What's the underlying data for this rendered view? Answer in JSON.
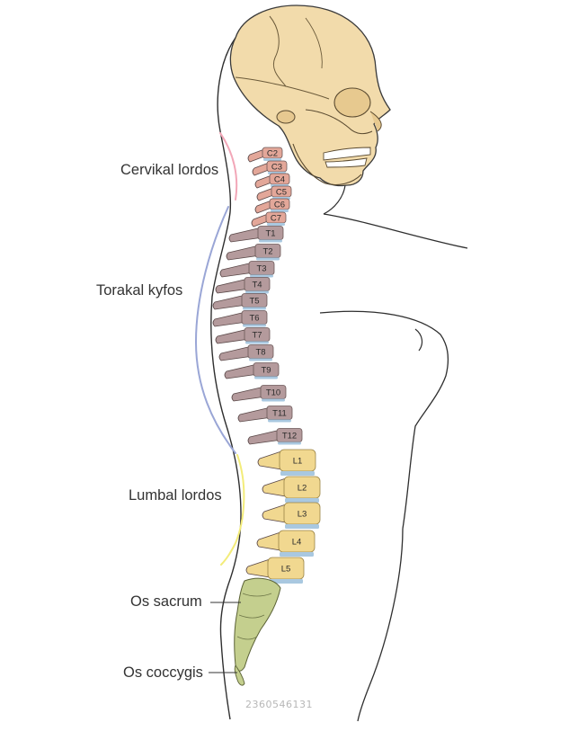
{
  "labels": {
    "cervical": "Cervikal lordos",
    "thoracic": "Torakal kyfos",
    "lumbar": "Lumbal lordos",
    "sacrum": "Os sacrum",
    "coccyx": "Os coccygis"
  },
  "vertebrae": {
    "cervical": [
      "C2",
      "C3",
      "C4",
      "C5",
      "C6",
      "C7"
    ],
    "thoracic": [
      "T1",
      "T2",
      "T3",
      "T4",
      "T5",
      "T6",
      "T7",
      "T8",
      "T9",
      "T10",
      "T11",
      "T12"
    ],
    "lumbar": [
      "L1",
      "L2",
      "L3",
      "L4",
      "L5"
    ]
  },
  "watermark": "2360546131",
  "colors": {
    "cervical_curve": "#f2a7b8",
    "thoracic_curve": "#9aa6d6",
    "lumbar_curve": "#f3ec7a",
    "cervical_bone": "#e3a799",
    "thoracic_bone": "#b49a9c",
    "lumbar_bone": "#f1d890",
    "sacrum_bone": "#c4cf8e",
    "disc": "#a9c8e0",
    "skull": "#f2dbab",
    "outline": "#2f2f2f"
  }
}
